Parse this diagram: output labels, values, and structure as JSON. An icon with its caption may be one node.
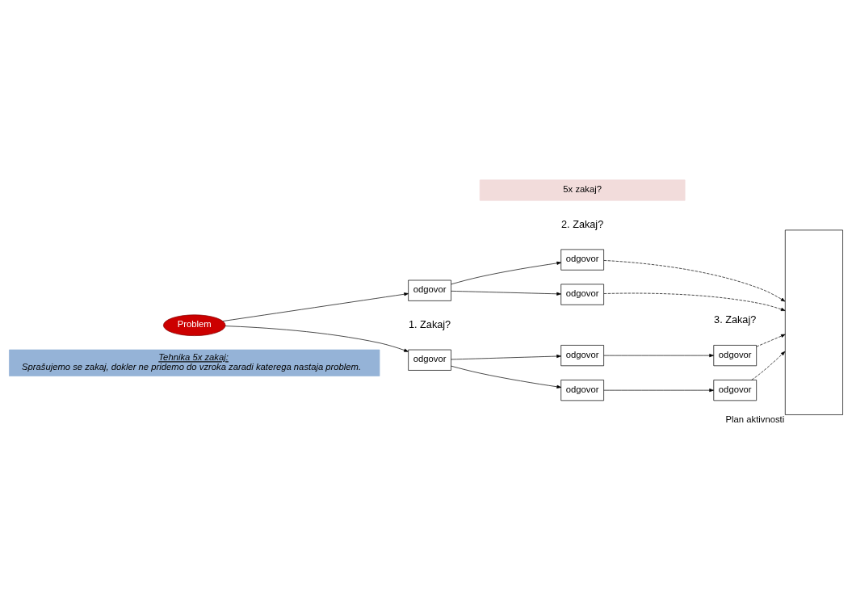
{
  "diagram": {
    "nodes": [
      {
        "text": [
          "5x zakaj?"
        ]
      },
      {
        "text": [
          "Problem"
        ]
      },
      {
        "text": [
          "odgovor"
        ]
      },
      {
        "text": [
          "odgovor"
        ]
      },
      {
        "text": [
          "odgovor"
        ]
      },
      {
        "text": [
          "odgovor"
        ]
      },
      {
        "text": [
          "odgovor"
        ]
      },
      {
        "text": [
          "odgovor"
        ]
      },
      {
        "text": [
          "odgovor"
        ]
      },
      {
        "text": [
          "odgovor"
        ]
      },
      {
        "text": [
          "Plan aktivnosti"
        ]
      },
      {
        "text": [
          "Tehnika 5x zakaj:",
          "Sprašujemo se zakaj, dokler ne pridemo do vzroka zaradi katerega nastaja problem."
        ]
      }
    ],
    "edges": [
      {
        "from": 1,
        "to": 2,
        "arrow": "to"
      },
      {
        "from": 1,
        "to": 7,
        "arrow": "to"
      },
      {
        "from": 2,
        "to": 3,
        "arrow": "to"
      },
      {
        "from": 2,
        "to": 5,
        "arrow": "to"
      },
      {
        "from": 3,
        "to": 4,
        "arrow": "to"
      },
      {
        "from": 5,
        "to": 6,
        "arrow": "to"
      },
      {
        "from": 4,
        "to": 10,
        "arrow": "to",
        "style": "dashed"
      },
      {
        "from": 6,
        "to": 10,
        "arrow": "to",
        "style": "dashed"
      },
      {
        "from": 7,
        "to": 8,
        "arrow": "to"
      },
      {
        "from": 7,
        "to": 9,
        "arrow": "to"
      },
      {
        "from": 8,
        "to": 10,
        "arrow": "to",
        "style": "dashed"
      },
      {
        "from": 9,
        "to": 10,
        "arrow": "to",
        "style": "dashed"
      }
    ],
    "labels": [
      "1. Zakaj?",
      "2. Zakaj?",
      "3. Zakaj?"
    ]
  }
}
